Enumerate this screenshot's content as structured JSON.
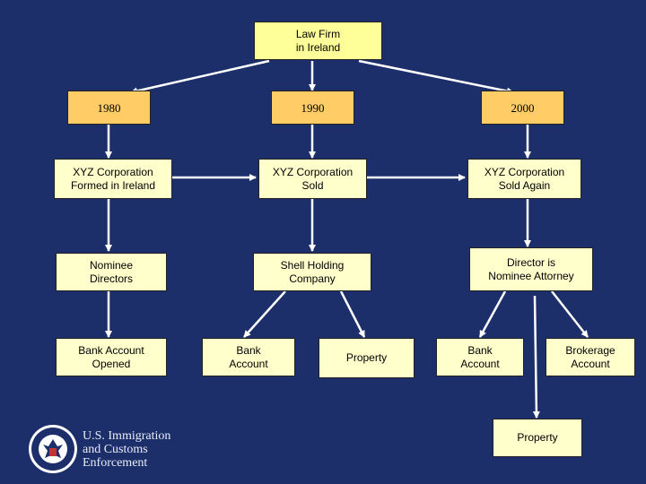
{
  "nodes": {
    "law_firm": "Law Firm\nin Ireland",
    "year_1980": "1980",
    "year_1990": "1990",
    "year_2000": "2000",
    "formed": "XYZ Corporation\nFormed in Ireland",
    "sold": "XYZ Corporation\nSold",
    "sold_again": "XYZ Corporation\nSold Again",
    "nominee_directors": "Nominee\nDirectors",
    "shell_holding": "Shell Holding\nCompany",
    "director_attorney": "Director is\nNominee Attorney",
    "bank_opened": "Bank Account\nOpened",
    "bank_account_1": "Bank\nAccount",
    "property_1": "Property",
    "bank_account_2": "Bank\nAccount",
    "brokerage": "Brokerage\nAccount",
    "property_2": "Property"
  },
  "logo": {
    "agency_name": "U.S. Immigration\nand Customs\nEnforcement"
  },
  "colors": {
    "background": "#1c2f6b",
    "box_fill": "#ffffcc",
    "top_fill": "#ffff99",
    "year_fill": "#ffcc66",
    "arrow": "#ffffff"
  }
}
